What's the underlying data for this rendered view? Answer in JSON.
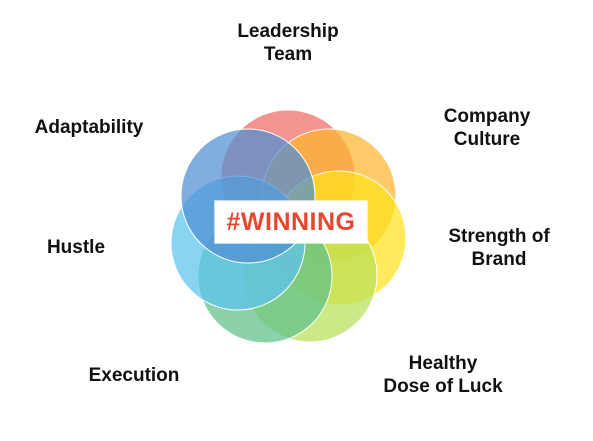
{
  "center": {
    "text": "#WINNING",
    "color": "#e8472f"
  },
  "factors": [
    {
      "key": "leadership",
      "lines": [
        "Leadership",
        "Team"
      ],
      "color": "#ee6b62"
    },
    {
      "key": "culture",
      "lines": [
        "Company",
        "Culture"
      ],
      "color": "#fdb62f"
    },
    {
      "key": "brand",
      "lines": [
        "Strength of",
        "Brand"
      ],
      "color": "#fde21b"
    },
    {
      "key": "luck",
      "lines": [
        "Healthy",
        "Dose of Luck"
      ],
      "color": "#b9e05a"
    },
    {
      "key": "execution",
      "lines": [
        "Execution"
      ],
      "color": "#5ec08a"
    },
    {
      "key": "hustle",
      "lines": [
        "Hustle"
      ],
      "color": "#5bc2ee"
    },
    {
      "key": "adaptability",
      "lines": [
        "Adaptability"
      ],
      "color": "#4f8fd2"
    }
  ],
  "petal_colors": {
    "red": "#ee6b62",
    "orange": "#fdb62f",
    "yellow": "#fde21b",
    "lime": "#b9e05a",
    "green": "#5ec08a",
    "cyan": "#5bc2ee",
    "blue": "#4f8fd2"
  }
}
